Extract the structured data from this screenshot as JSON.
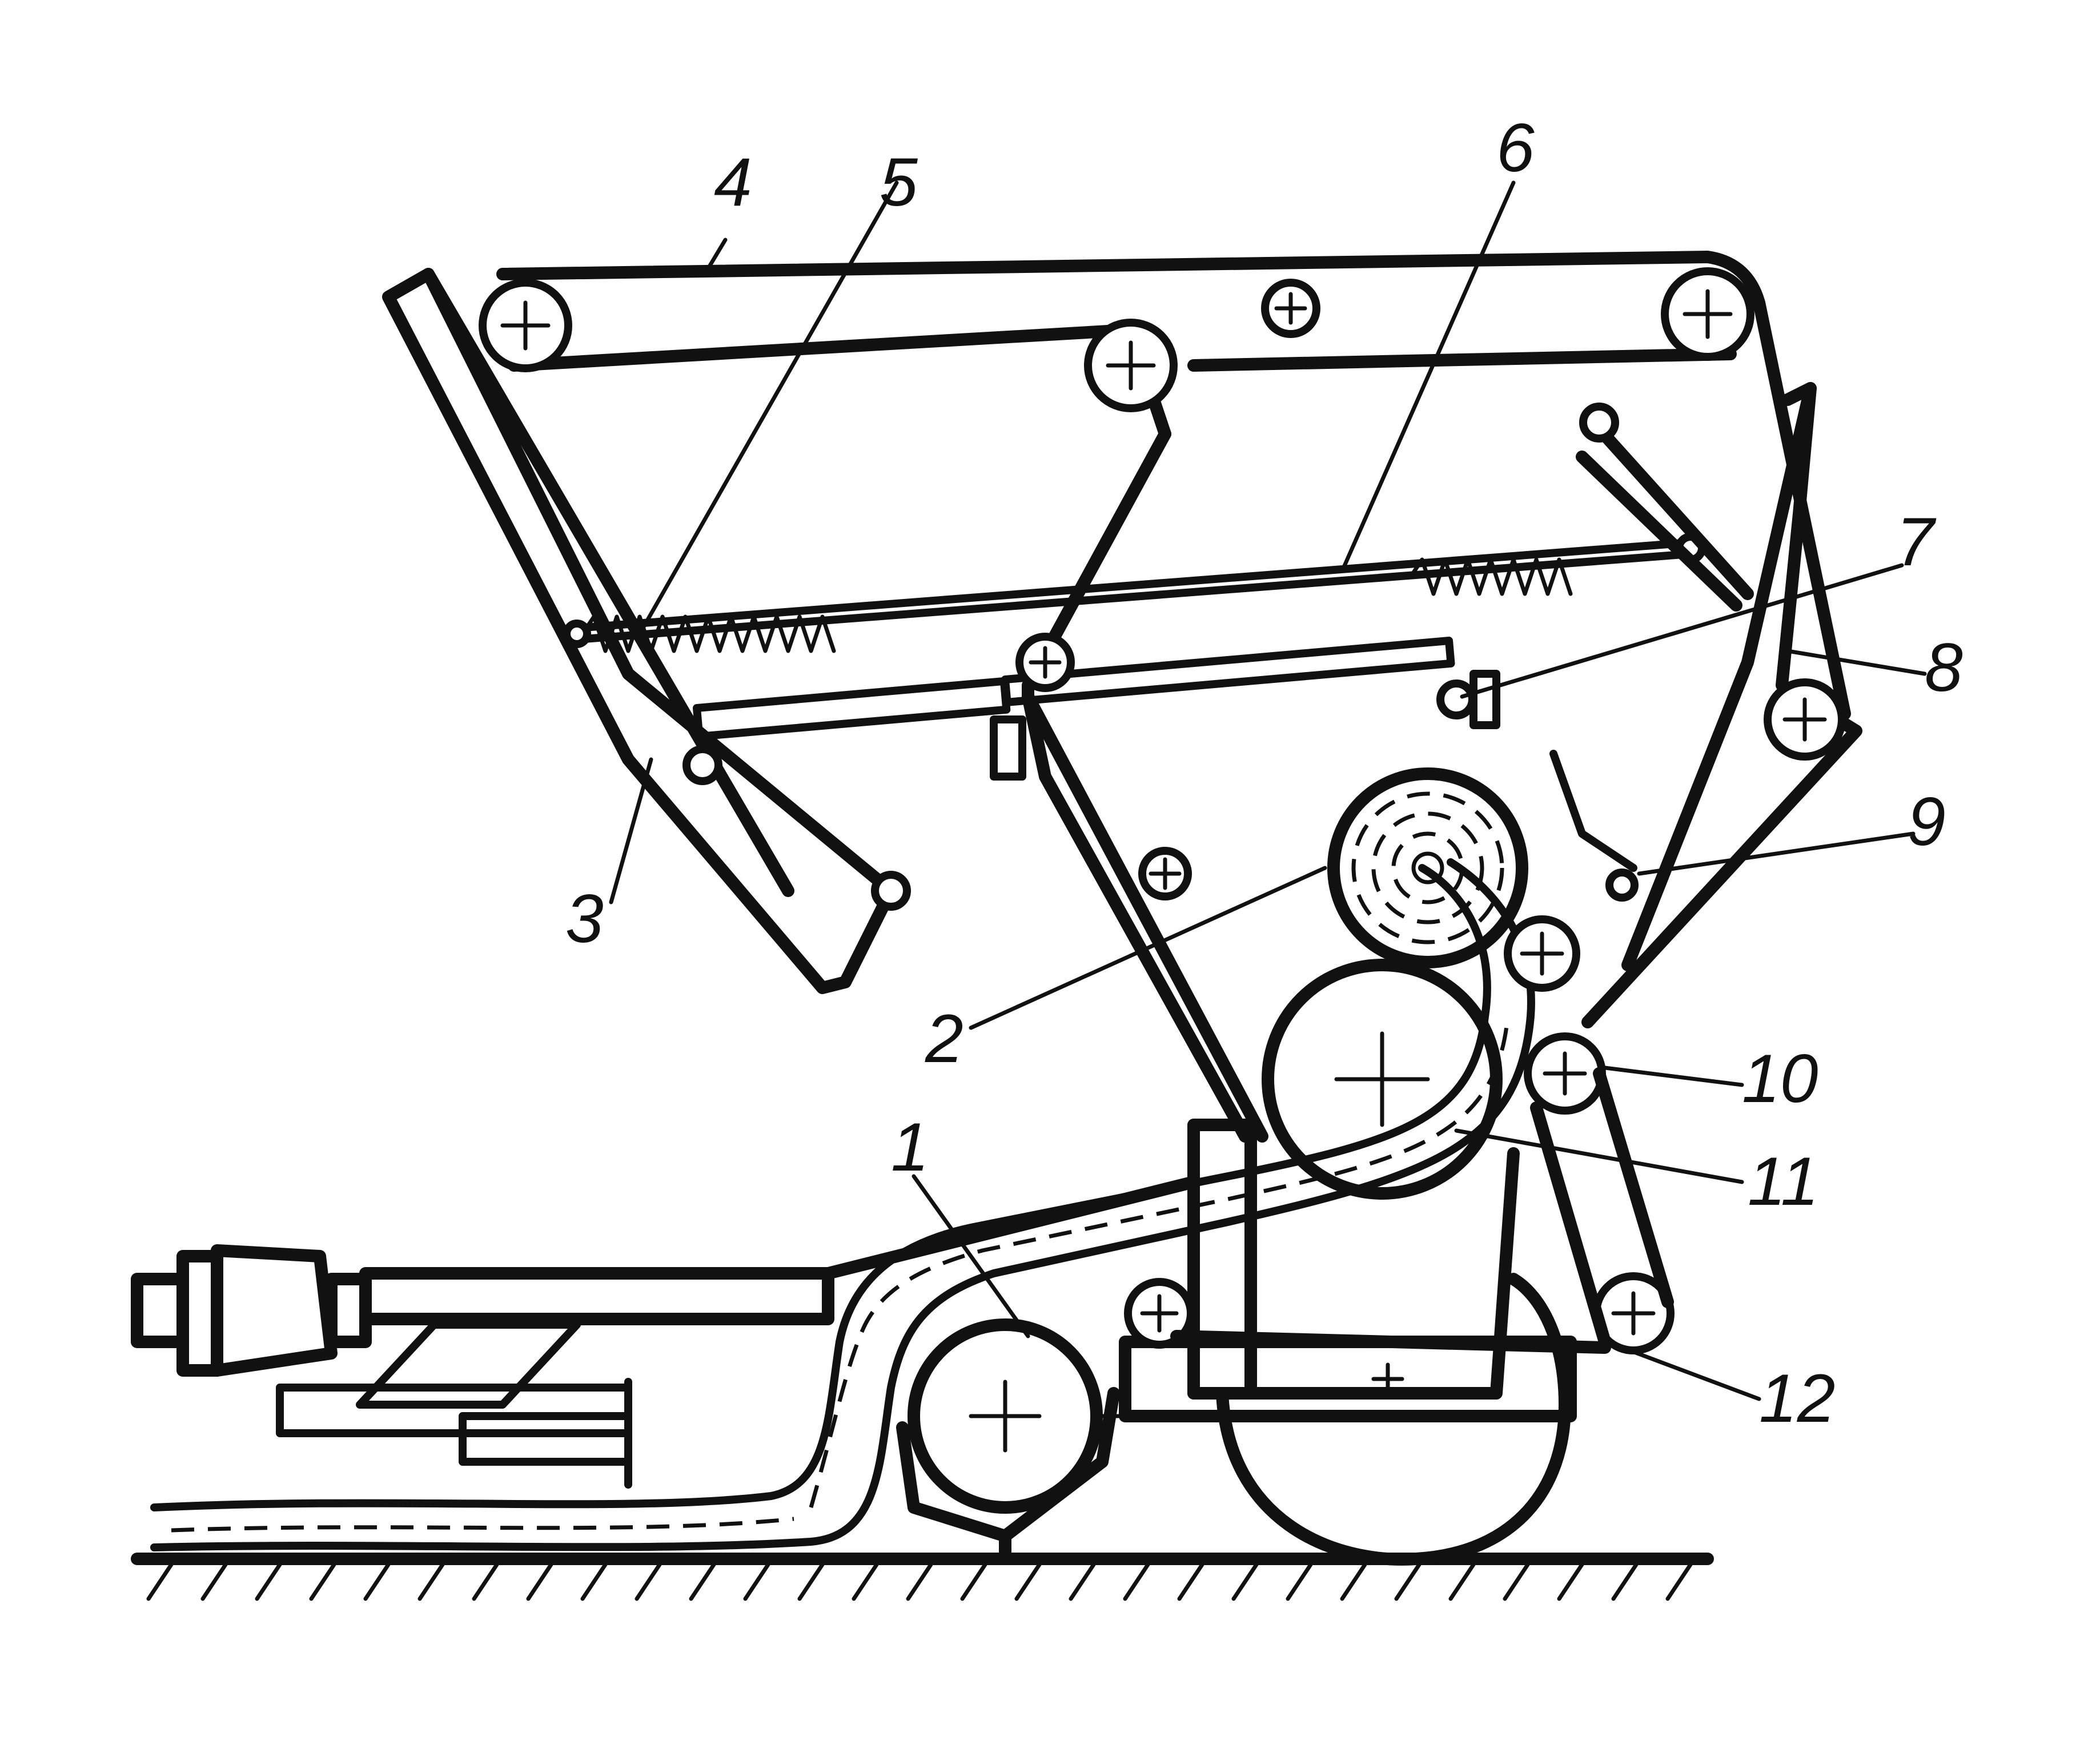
{
  "labels": {
    "l1": "1",
    "l2": "2",
    "l3": "3",
    "l4": "4",
    "l5": "5",
    "l6": "6",
    "l7": "7",
    "l8": "8",
    "l9": "9",
    "l10": "10",
    "l11": "11",
    "l12": "12"
  },
  "colors": {
    "ink": "#111111",
    "paper": "#ffffff"
  }
}
